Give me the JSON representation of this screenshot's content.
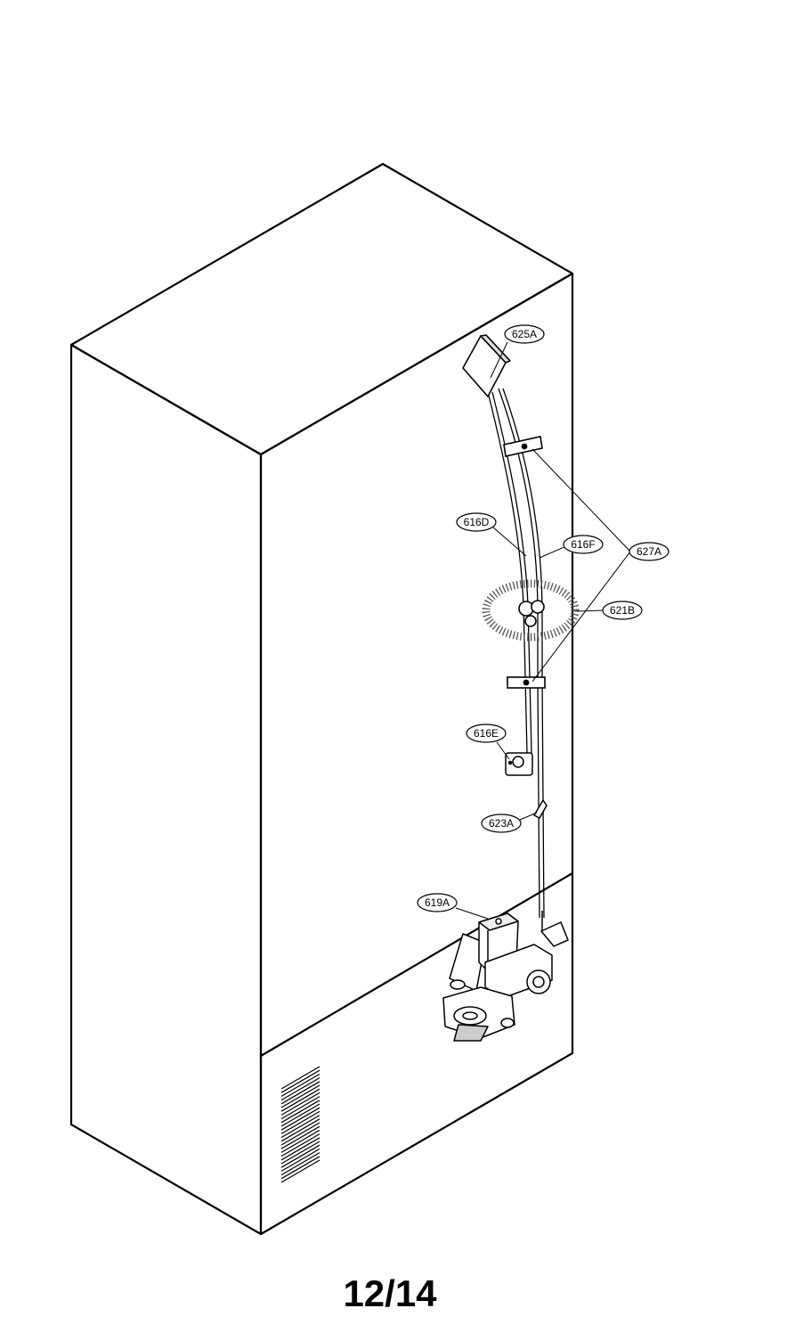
{
  "diagram": {
    "callouts": [
      {
        "id": "625A",
        "label": "625A"
      },
      {
        "id": "616D",
        "label": "616D"
      },
      {
        "id": "616F",
        "label": "616F"
      },
      {
        "id": "627A",
        "label": "627A"
      },
      {
        "id": "621B",
        "label": "621B"
      },
      {
        "id": "616E",
        "label": "616E"
      },
      {
        "id": "623A",
        "label": "623A"
      },
      {
        "id": "619A",
        "label": "619A"
      }
    ]
  },
  "footer": {
    "page_number": "12/14"
  }
}
